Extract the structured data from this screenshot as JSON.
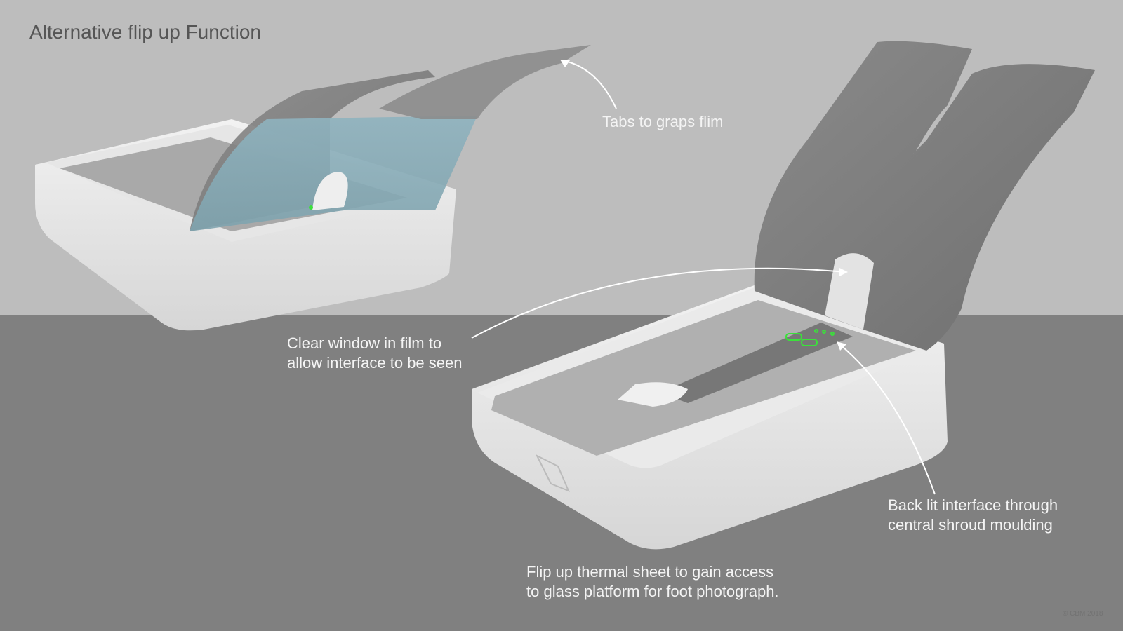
{
  "slide": {
    "title": "Alternative flip up Function",
    "colors": {
      "background_top": "#bdbdbd",
      "background_bottom": "#808080",
      "interface_glow": "#3be03b"
    },
    "annotations": {
      "tabs": "Tabs to graps flim",
      "clear_window": [
        "Clear window in film to",
        "allow interface to be seen"
      ],
      "back_lit": [
        "Back lit interface through",
        "central shroud moulding"
      ],
      "flip_up": [
        "Flip up thermal sheet to gain access",
        "to glass platform for foot photograph."
      ]
    },
    "copyright": "© CBM 2018"
  }
}
